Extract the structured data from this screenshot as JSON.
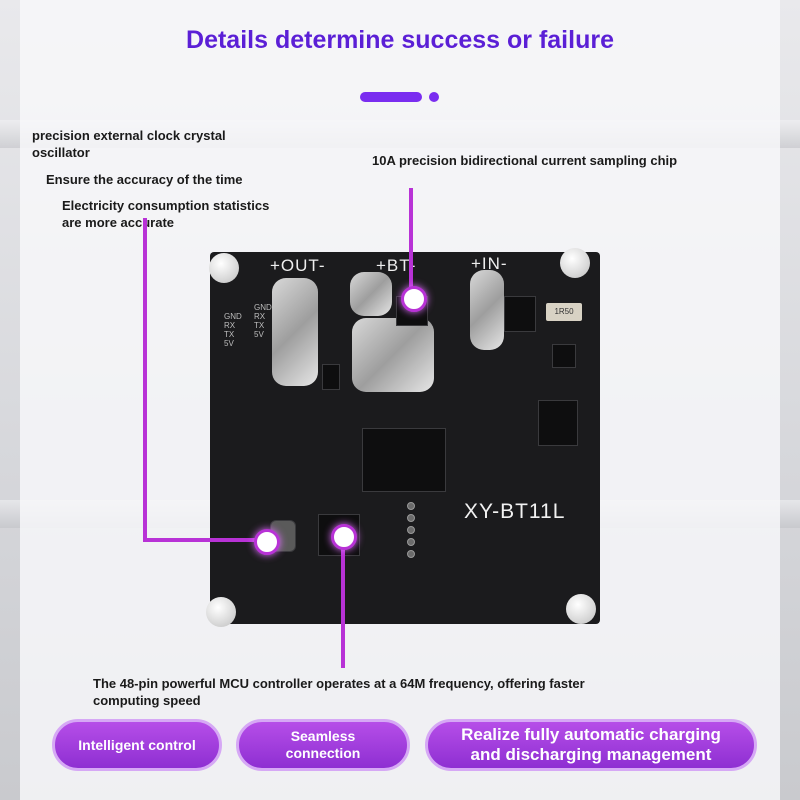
{
  "header": {
    "title": "Details determine success or failure",
    "accent_color": "#5b1fd6"
  },
  "annotations": {
    "crystal_oscillator": "precision external clock crystal\noscillator",
    "time_accuracy": "Ensure the accuracy of the time",
    "consumption_stats": "Electricity consumption statistics\nare more accurate",
    "sampling_chip": "10A precision bidirectional current sampling chip",
    "mcu_controller": "The 48-pin powerful MCU controller operates at a 64M frequency, offering faster\ncomputing speed"
  },
  "board": {
    "model": "XY-BT11L",
    "terminal_out": "+OUT-",
    "terminal_bt": "+BT-",
    "terminal_in": "+IN-",
    "header_labels_left": "GND\nRX\nTX\n5V",
    "header_labels_right": "GND\nRX\nTX\n5V",
    "shunt_marking": "1R50"
  },
  "features": [
    {
      "label": "Intelligent control"
    },
    {
      "label": "Seamless\nconnection"
    },
    {
      "label": "Realize fully automatic charging\nand discharging management"
    }
  ],
  "colors": {
    "leader_line": "#b832d6",
    "pill_fill": "#9b3ade",
    "board": "#1b1b1d"
  }
}
